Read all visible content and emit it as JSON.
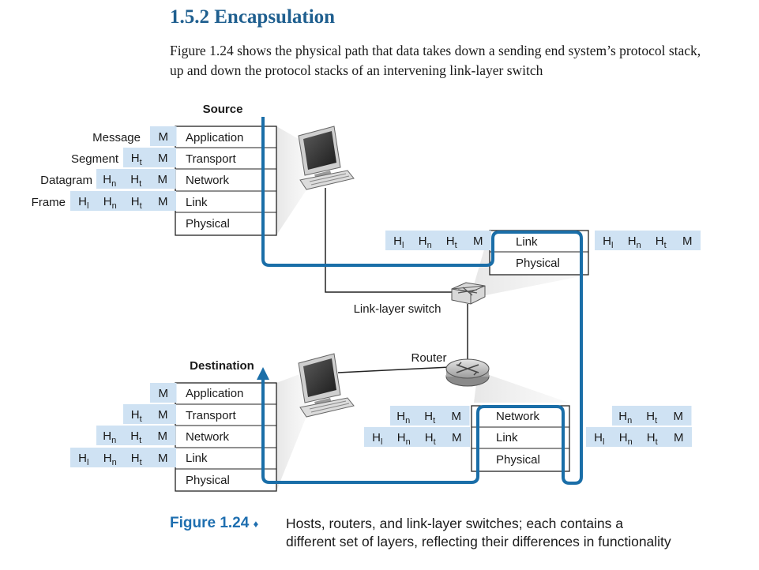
{
  "heading": "1.5.2 Encapsulation",
  "intro": "Figure 1.24 shows the physical path that data takes down a sending end system’s protocol stack, up and down the protocol stacks of an intervening link-layer switch",
  "labels": {
    "source": "Source",
    "destination": "Destination",
    "switch": "Link-layer switch",
    "router": "Router"
  },
  "layers": {
    "application": "Application",
    "transport": "Transport",
    "network": "Network",
    "link": "Link",
    "physical": "Physical"
  },
  "units": {
    "message": "Message",
    "segment": "Segment",
    "datagram": "Datagram",
    "frame": "Frame"
  },
  "headers": {
    "m": "M",
    "ht": [
      "H",
      "t"
    ],
    "hn": [
      "H",
      "n"
    ],
    "hl": [
      "H",
      "l"
    ]
  },
  "caption": {
    "label": "Figure 1.24",
    "diamond": "♦",
    "line1": "Hosts, routers, and link-layer switches; each contains a",
    "line2": "different set of layers, reflecting their differences in functionality"
  },
  "colors": {
    "path": "#1a6ea8",
    "header_fill": "#cfe2f3",
    "title": "#1f5f8f",
    "caption": "#1f6fb0"
  },
  "icons": [
    "source-host-icon",
    "destination-host-icon",
    "link-layer-switch-icon",
    "router-icon",
    "path-arrow-icon"
  ]
}
